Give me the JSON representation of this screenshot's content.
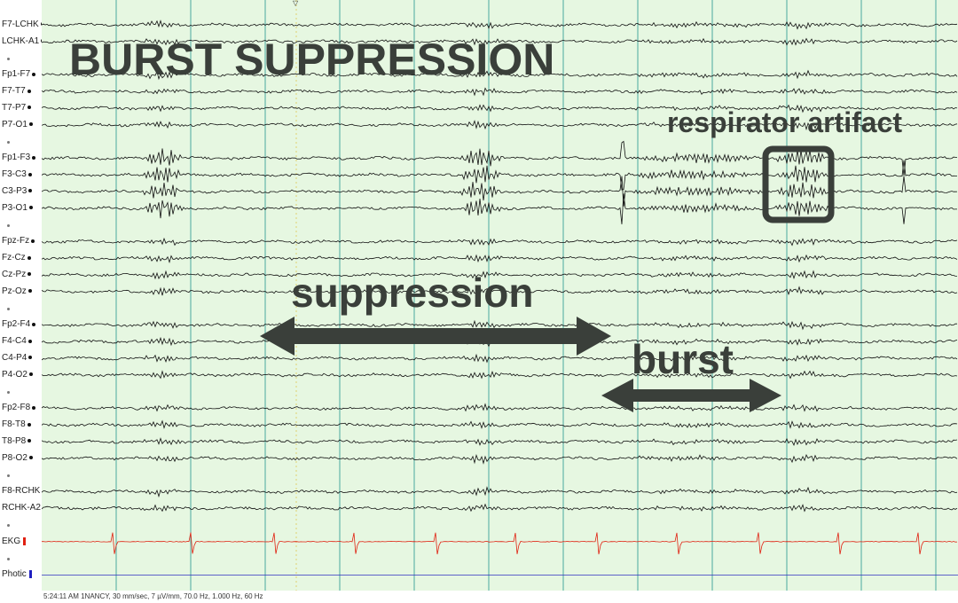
{
  "channels": [
    {
      "label": "F7-LCHK",
      "type": "eeg"
    },
    {
      "label": "LCHK-A1",
      "type": "eeg"
    },
    {
      "label": "",
      "type": "gap"
    },
    {
      "label": "Fp1-F7",
      "type": "eeg"
    },
    {
      "label": "F7-T7",
      "type": "eeg"
    },
    {
      "label": "T7-P7",
      "type": "eeg"
    },
    {
      "label": "P7-O1",
      "type": "eeg"
    },
    {
      "label": "",
      "type": "gap"
    },
    {
      "label": "Fp1-F3",
      "type": "eeg"
    },
    {
      "label": "F3-C3",
      "type": "eeg"
    },
    {
      "label": "C3-P3",
      "type": "eeg"
    },
    {
      "label": "P3-O1",
      "type": "eeg"
    },
    {
      "label": "",
      "type": "gap"
    },
    {
      "label": "Fpz-Fz",
      "type": "eeg"
    },
    {
      "label": "Fz-Cz",
      "type": "eeg"
    },
    {
      "label": "Cz-Pz",
      "type": "eeg"
    },
    {
      "label": "Pz-Oz",
      "type": "eeg"
    },
    {
      "label": "",
      "type": "gap"
    },
    {
      "label": "Fp2-F4",
      "type": "eeg"
    },
    {
      "label": "F4-C4",
      "type": "eeg"
    },
    {
      "label": "C4-P4",
      "type": "eeg"
    },
    {
      "label": "P4-O2",
      "type": "eeg"
    },
    {
      "label": "",
      "type": "gap"
    },
    {
      "label": "Fp2-F8",
      "type": "eeg"
    },
    {
      "label": "F8-T8",
      "type": "eeg"
    },
    {
      "label": "T8-P8",
      "type": "eeg"
    },
    {
      "label": "P8-O2",
      "type": "eeg"
    },
    {
      "label": "",
      "type": "gap"
    },
    {
      "label": "F8-RCHK",
      "type": "eeg"
    },
    {
      "label": "RCHK-A2",
      "type": "eeg"
    },
    {
      "label": "",
      "type": "gap"
    },
    {
      "label": "EKG",
      "type": "ekg"
    },
    {
      "label": "",
      "type": "gap"
    },
    {
      "label": "Photic",
      "type": "photic"
    }
  ],
  "status_text": "5:24:11 AM 1NANCY, 30 mm/sec, 7 µV/mm, 70.0 Hz, 1.000 Hz, 60 Hz",
  "annotations": {
    "title": "BURST SUPPRESSION",
    "respirator": "respirator artifact",
    "suppression": "suppression",
    "burst": "burst"
  },
  "colors": {
    "plot_background": "#e6f7e1",
    "gridline": "#4aa8a0",
    "trace": "#111111",
    "ekg_trace": "#e02010",
    "ekg_marker": "#e02010",
    "photic_trace": "#3030c0",
    "photic_marker": "#2020c0",
    "annotation": "#3a3f3a"
  },
  "icons": {
    "ekg_marker": "red-square-icon",
    "photic_marker": "blue-square-icon",
    "timeline_marker": "triangle-marker-icon"
  }
}
